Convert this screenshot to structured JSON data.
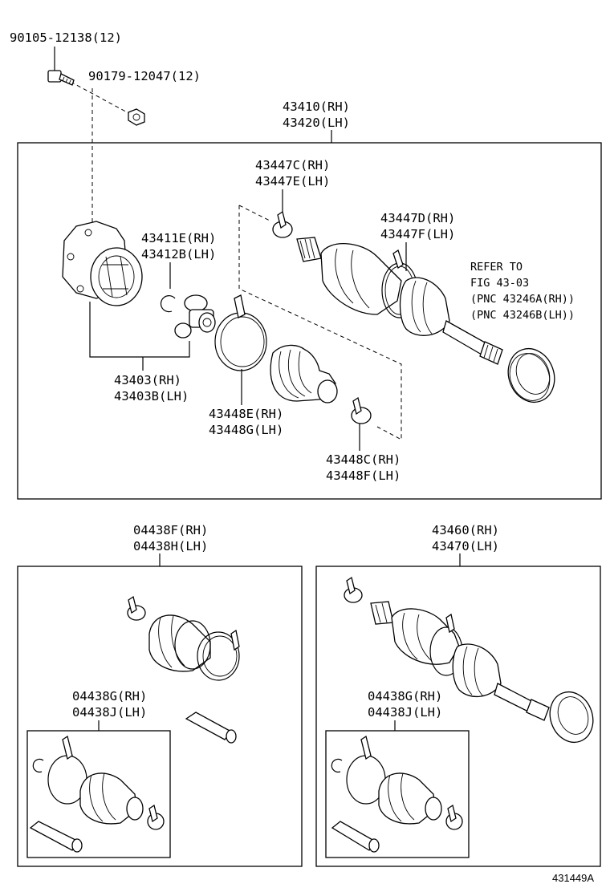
{
  "labels": {
    "bolt": "90105-12138(12)",
    "nut": "90179-12047(12)",
    "shaft_rh": "43410(RH)",
    "shaft_lh": "43420(LH)",
    "clamp_outer_rh": "43447C(RH)",
    "clamp_outer_lh": "43447E(LH)",
    "clamp_outer2_rh": "43447D(RH)",
    "clamp_outer2_lh": "43447F(LH)",
    "snap_ring_rh": "43411E(RH)",
    "snap_ring_lh": "43412B(LH)",
    "ref_line1": "REFER TO",
    "ref_line2": "FIG 43-03",
    "ref_line3": "(PNC 43246A(RH))",
    "ref_line4": "(PNC 43246B(LH))",
    "inner_joint_rh": "43403(RH)",
    "inner_joint_lh": "43403B(LH)",
    "clamp_inner_rh": "43448E(RH)",
    "clamp_inner_lh": "43448G(LH)",
    "clamp_inner2_rh": "43448C(RH)",
    "clamp_inner2_lh": "43448F(LH)",
    "boot_kit_rh": "04438F(RH)",
    "boot_kit_lh": "04438H(LH)",
    "outer_shaft_rh": "43460(RH)",
    "outer_shaft_lh": "43470(LH)",
    "sub_kit_left_rh": "04438G(RH)",
    "sub_kit_left_lh": "04438J(LH)",
    "sub_kit_right_rh": "04438G(RH)",
    "sub_kit_right_lh": "04438J(LH)",
    "figure_id": "431449A"
  }
}
